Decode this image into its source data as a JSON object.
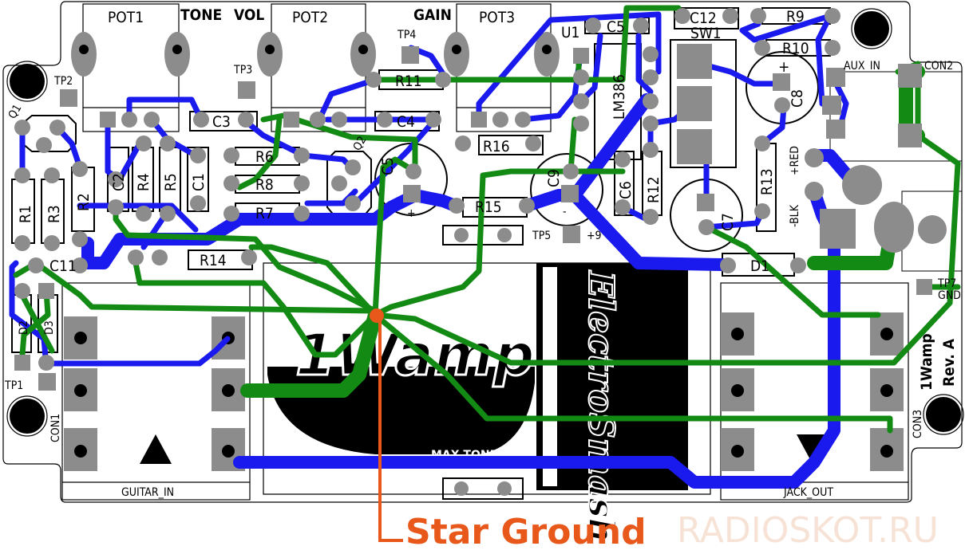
{
  "board": {
    "pots": [
      {
        "ref": "POT1",
        "function": "TONE"
      },
      {
        "ref": "POT2",
        "function": "VOL"
      },
      {
        "ref": "POT3",
        "function": "GAIN"
      }
    ],
    "test_points": [
      "TP1",
      "TP2",
      "TP3",
      "TP4",
      "TP5",
      "TP7"
    ],
    "gnd_label": "GND",
    "transistors": [
      "Q1",
      "Q2"
    ],
    "resistors": [
      "R1",
      "R2",
      "R3",
      "R4",
      "R5",
      "R6",
      "R7",
      "R8",
      "R9",
      "R10",
      "R11",
      "R12",
      "R13",
      "R14",
      "R15",
      "R16"
    ],
    "capacitors": [
      "C1",
      "C2",
      "C3",
      "C4",
      "C5",
      "C6",
      "C7",
      "C8",
      "C9",
      "C11",
      "C12"
    ],
    "diodes": [
      "D1",
      "D2",
      "D3"
    ],
    "ic": {
      "ref": "U1",
      "part": "LM386"
    },
    "switch": "SW1",
    "connectors": [
      "CON1",
      "CON2",
      "CON3"
    ],
    "aux_in": "AUX_IN",
    "guitar_in": "GUITAR_IN",
    "jack_out": "JACK_OUT",
    "power_red": "+RED",
    "power_blk": "-BLK",
    "plus_sign": "+",
    "minus_sign": "-",
    "plus_nine": "+9",
    "title": "1Wamp",
    "revision": "Rev. A",
    "logo_text": "1Wamp",
    "brand_text": "ElectroSmash",
    "logo_sub": "MAX TONE"
  },
  "annotation": {
    "label": "Star Ground",
    "color": "#e8581a"
  },
  "watermark": "RADIOSKOT.RU",
  "colors": {
    "top_copper": "#1a1aee",
    "bottom_copper": "#138a13",
    "pad": "#8c8c8c"
  }
}
